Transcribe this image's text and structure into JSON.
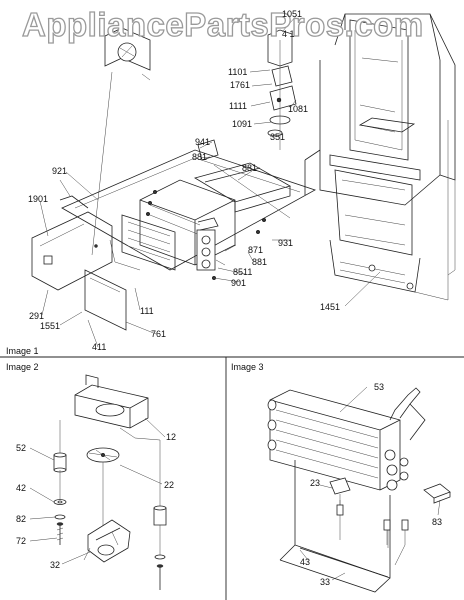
{
  "watermark": "AppliancePartsPros.com",
  "sections": {
    "image1": "Image 1",
    "image2": "Image 2",
    "image3": "Image 3"
  },
  "callouts": {
    "image1": [
      "1051",
      "4 1",
      "1101",
      "1761",
      "1081",
      "1111",
      "1091",
      "351",
      "941",
      "881",
      "881",
      "921",
      "1901",
      "871",
      "881",
      "931",
      "8511",
      "901",
      "291",
      "1551",
      "111",
      "761",
      "411",
      "1451"
    ],
    "image2": [
      "52",
      "12",
      "42",
      "22",
      "82",
      "72",
      "32"
    ],
    "image3": [
      "53",
      "23",
      "83",
      "43",
      "33"
    ]
  }
}
